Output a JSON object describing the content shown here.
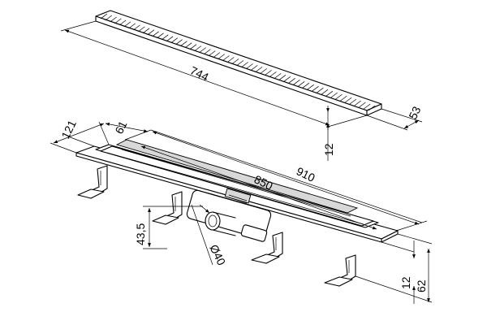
{
  "dimensions": {
    "grate_length": "744",
    "grate_width": "53",
    "grate_height": "12",
    "channel_depth": "121",
    "flange_width": "61",
    "channel_length": "850",
    "overall_length": "910",
    "outlet_height": "43,5",
    "outlet_diameter": "Ø40",
    "min_height": "12",
    "total_height": "62"
  }
}
